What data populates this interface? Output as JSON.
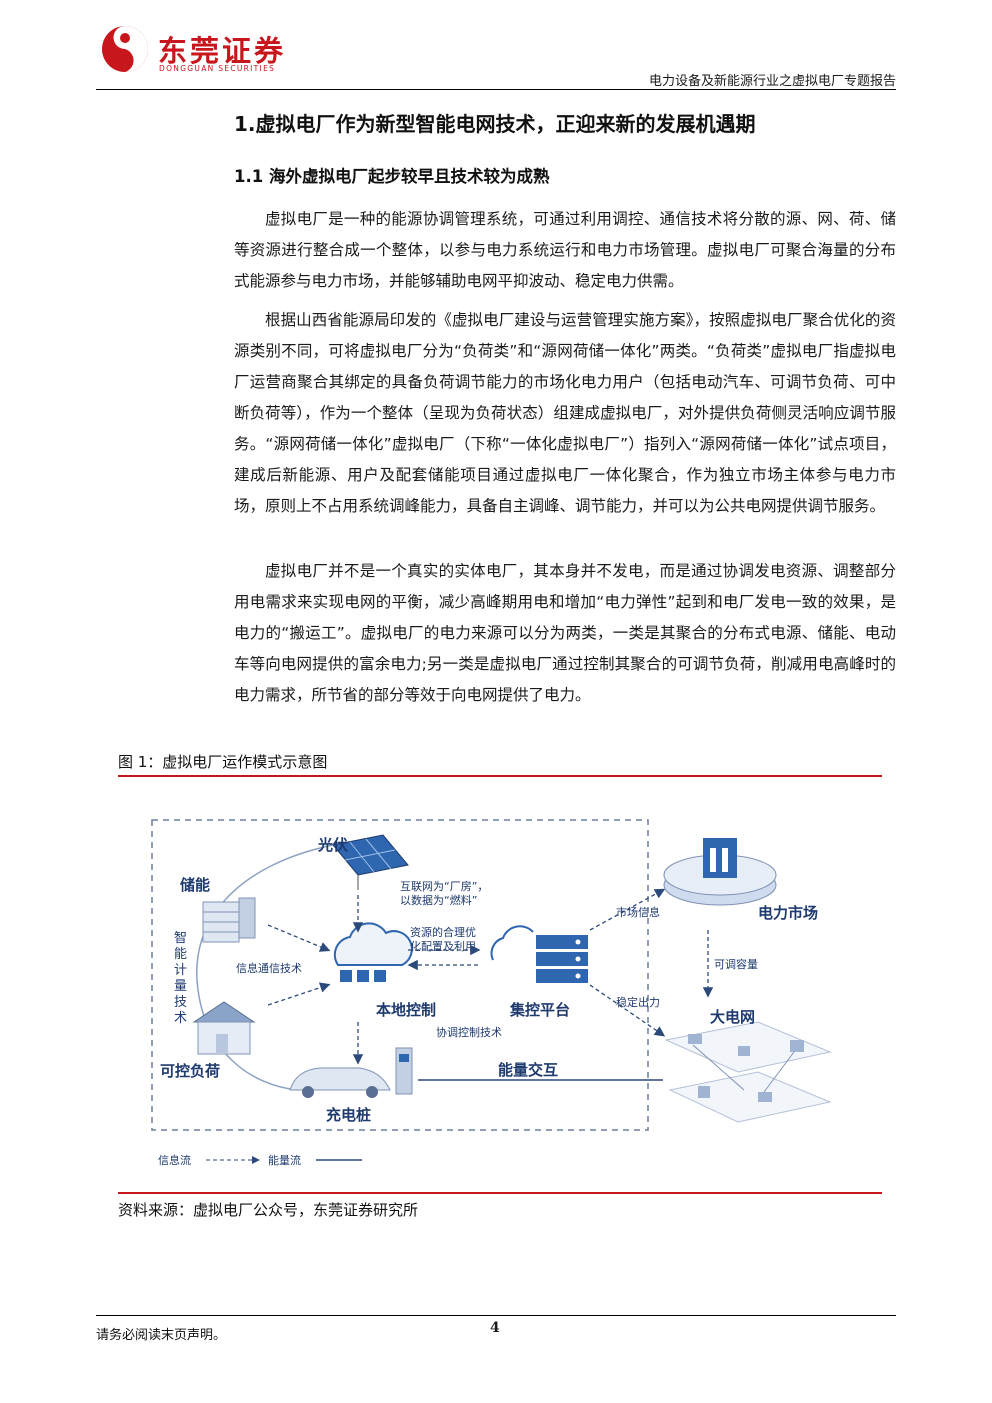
{
  "header": {
    "logo_cn": "东莞证券",
    "logo_en": "DONGGUAN SECURITIES",
    "report_title": "电力设备及新能源行业之虚拟电厂专题报告"
  },
  "section": {
    "h1": "1.虚拟电厂作为新型智能电网技术，正迎来新的发展机遇期",
    "h2": "1.1  海外虚拟电厂起步较早且技术较为成熟"
  },
  "paragraphs": [
    "虚拟电厂是一种的能源协调管理系统，可通过利用调控、通信技术将分散的源、网、荷、储等资源进行整合成一个整体，以参与电力系统运行和电力市场管理。虚拟电厂可聚合海量的分布式能源参与电力市场，并能够辅助电网平抑波动、稳定电力供需。",
    "根据山西省能源局印发的《虚拟电厂建设与运营管理实施方案》，按照虚拟电厂聚合优化的资源类别不同，可将虚拟电厂分为“负荷类”和“源网荷储一体化”两类。“负荷类”虚拟电厂指虚拟电厂运营商聚合其绑定的具备负荷调节能力的市场化电力用户（包括电动汽车、可调节负荷、可中断负荷等），作为一个整体（呈现为负荷状态）组建成虚拟电厂，对外提供负荷侧灵活响应调节服务。“源网荷储一体化”虚拟电厂（下称“一体化虚拟电厂”）指列入“源网荷储一体化”试点项目，建成后新能源、用户及配套储能项目通过虚拟电厂一体化聚合，作为独立市场主体参与电力市场，原则上不占用系统调峰能力，具备自主调峰、调节能力，并可以为公共电网提供调节服务。",
    "虚拟电厂并不是一个真实的实体电厂，其本身并不发电，而是通过协调发电资源、调整部分用电需求来实现电网的平衡，减少高峰期用电和增加“电力弹性”起到和电厂发电一致的效果，是电力的“搬运工”。虚拟电厂的电力来源可以分为两类，一类是其聚合的分布式电源、储能、电动车等向电网提供的富余电力;另一类是虚拟电厂通过控制其聚合的可调节负荷，削减用电高峰时的电力需求，所节省的部分等效于向电网提供了电力。"
  ],
  "figure": {
    "caption": "图 1：虚拟电厂运作模式示意图",
    "source": "资料来源：虚拟电厂公众号，东莞证券研究所",
    "labels": {
      "pv": "光伏",
      "storage": "储能",
      "smart_metering": "智能计量技术",
      "info_comm": "信息通信技术",
      "internet_plant": "互联网为“厂房”，",
      "data_fuel": "以数据为“燃料”",
      "resource_opt_1": "资源的合理优",
      "resource_opt_2": "化配置及利用",
      "local_control": "本地控制",
      "central_platform": "集控平台",
      "coord_control": "协调控制技术",
      "controllable_load": "可控负荷",
      "charging_pile": "充电桩",
      "energy_exchange": "能量交互",
      "market_info": "市场信息",
      "power_market": "电力市场",
      "adjustable_capacity": "可调容量",
      "stable_output": "稳定出力",
      "grid": "大电网",
      "legend_info": "信息流",
      "legend_energy": "能量流"
    }
  },
  "footer": {
    "note": "请务必阅读末页声明。",
    "page": "4"
  }
}
